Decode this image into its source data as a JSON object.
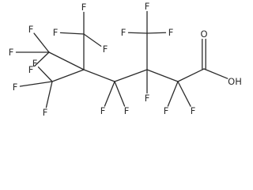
{
  "molecule": {
    "atom_labels": {
      "fluorine": "F",
      "carboxyl_oxygen": "O",
      "hydroxyl": "OH"
    },
    "fluorine_count": 17
  }
}
